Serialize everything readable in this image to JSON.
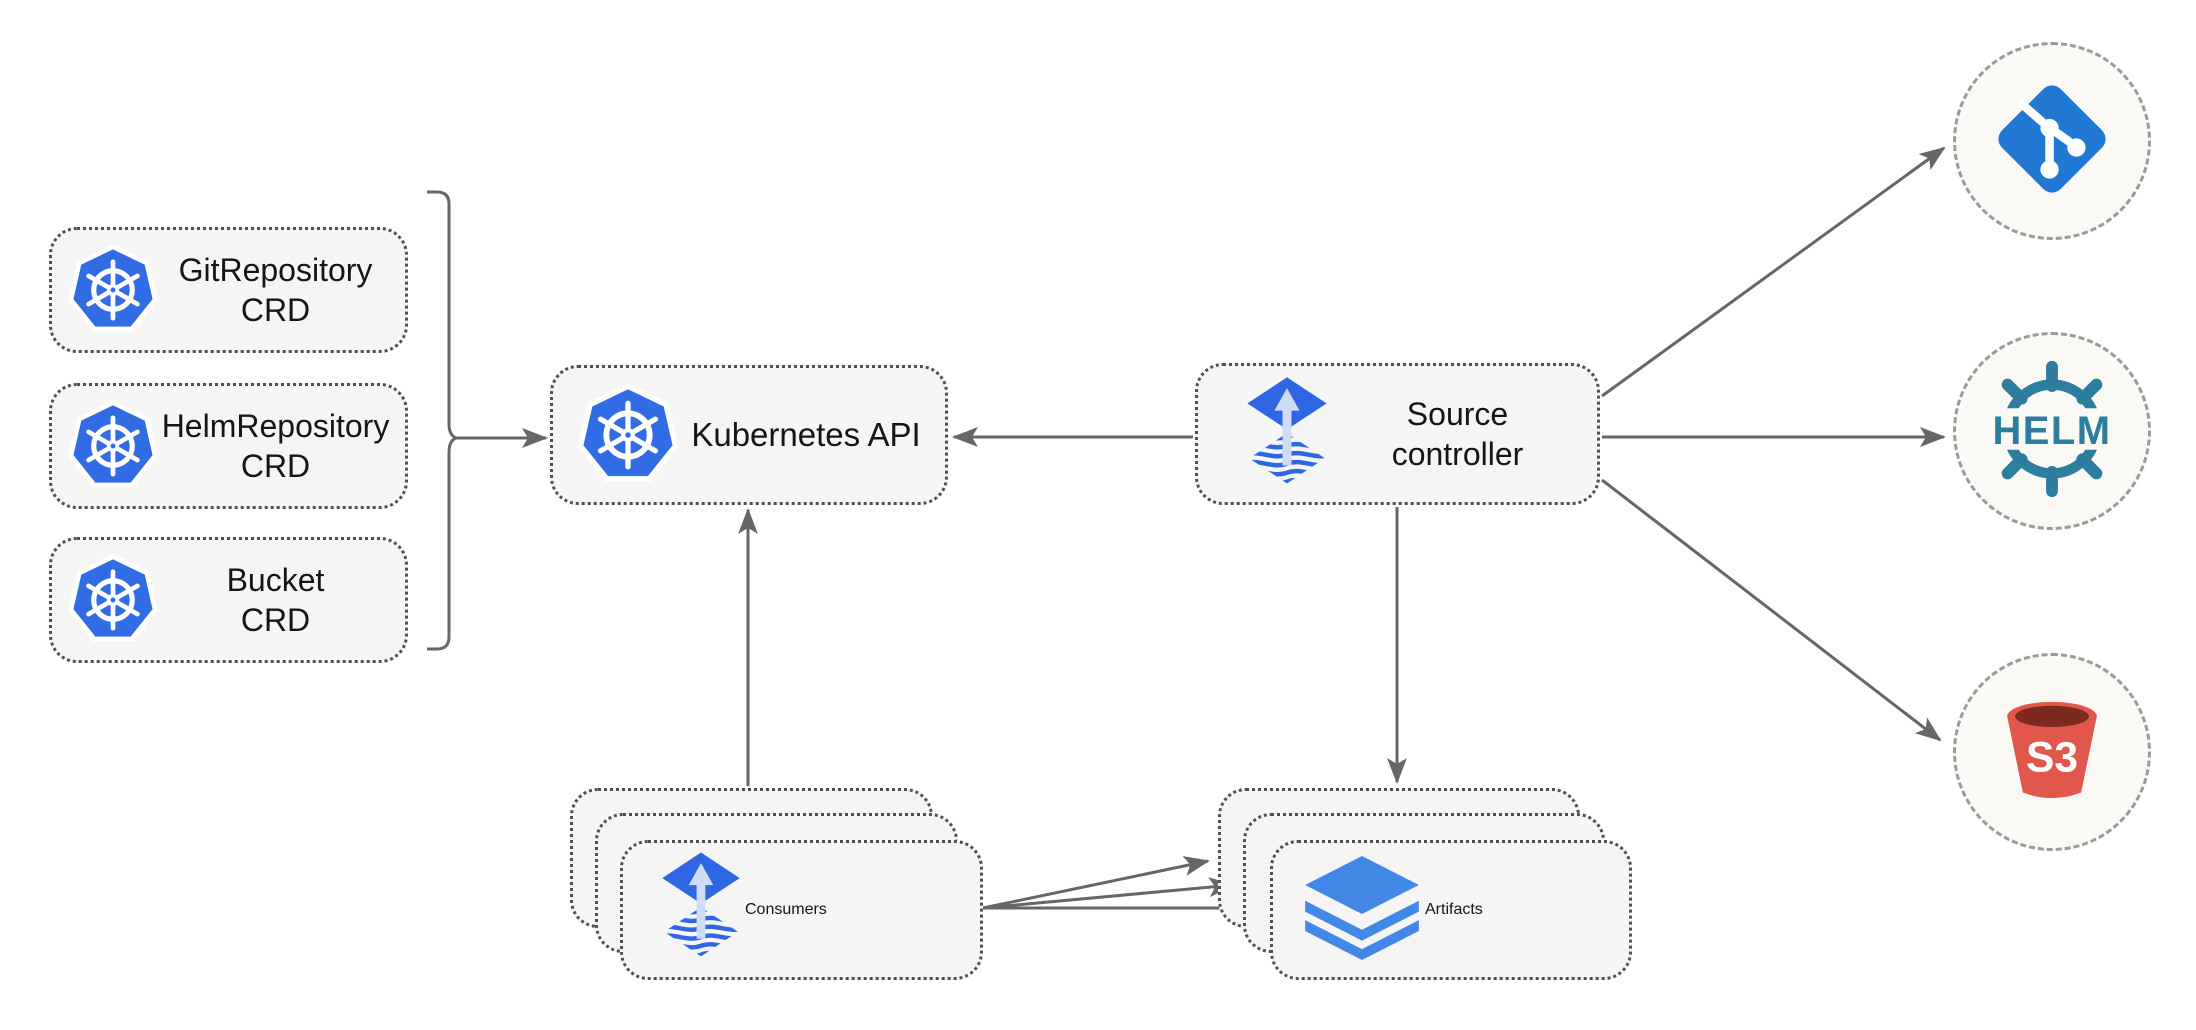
{
  "diagram": {
    "crd_boxes": [
      {
        "line1": "GitRepository",
        "line2": "CRD",
        "icon": "kubernetes-logo"
      },
      {
        "line1": "HelmRepository",
        "line2": "CRD",
        "icon": "kubernetes-logo"
      },
      {
        "line1": "Bucket",
        "line2": "CRD",
        "icon": "kubernetes-logo"
      }
    ],
    "kubernetes_api": {
      "label": "Kubernetes API",
      "icon": "kubernetes-logo"
    },
    "source_controller": {
      "line1": "Source",
      "line2": "controller",
      "icon": "flux-source-icon"
    },
    "consumers": {
      "label": "Consumers",
      "icon": "flux-source-icon",
      "stacked": 3
    },
    "artifacts": {
      "label": "Artifacts",
      "icon": "layers-icon",
      "stacked": 3
    },
    "external_sources": [
      {
        "name": "git",
        "icon": "git-icon"
      },
      {
        "name": "helm",
        "icon": "helm-icon",
        "label": "HELM"
      },
      {
        "name": "s3",
        "icon": "s3-bucket-icon",
        "label": "S3"
      }
    ]
  },
  "colors": {
    "arrow": "#666666",
    "border": "#4f4f4f",
    "box_fill": "#f5f5f5",
    "circle_fill": "#faf9f6",
    "circle_border": "#9a9a9a",
    "k8s": "#326ce5",
    "flux": "#2f66e4",
    "flux_arrow": "#cfdcf6",
    "layers": "#4387e7",
    "git": "#2178d3",
    "helm": "#2c7d9e",
    "s3": "#e2574c",
    "s3_dark": "#7c2a1f",
    "text": "#151515"
  }
}
